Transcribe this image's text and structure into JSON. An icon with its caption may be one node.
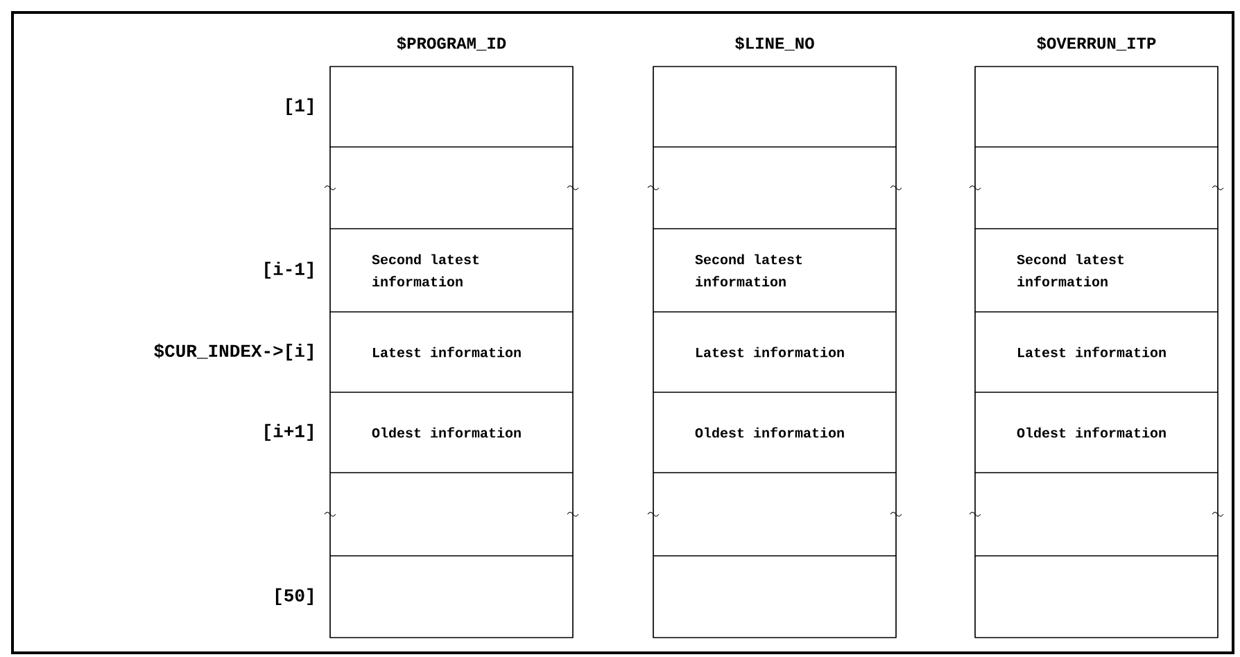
{
  "diagram": {
    "nodes": [
      {
        "text": [
          "$PROGRAM_ID"
        ]
      },
      {
        "text": [],
        "shape": "box",
        "in": 0
      },
      {
        "text": [],
        "shape": "box",
        "in": 0
      },
      {
        "text": [
          "Second latest information"
        ],
        "in": 0
      },
      {
        "text": [
          "Latest information"
        ],
        "in": 0
      },
      {
        "text": [
          "Oldest information"
        ],
        "in": 0
      },
      {
        "text": [],
        "shape": "box",
        "in": 0
      },
      {
        "text": [],
        "shape": "box",
        "in": 0
      },
      {
        "text": [
          "$LINE_NO"
        ]
      },
      {
        "text": [],
        "shape": "box",
        "in": 8
      },
      {
        "text": [],
        "shape": "box",
        "in": 8
      },
      {
        "text": [
          "Second latest information"
        ],
        "in": 8
      },
      {
        "text": [
          "Latest information"
        ],
        "in": 8
      },
      {
        "text": [
          "Oldest information"
        ],
        "in": 8
      },
      {
        "text": [],
        "shape": "box",
        "in": 8
      },
      {
        "text": [],
        "shape": "box",
        "in": 8
      },
      {
        "text": [
          "$OVERRUN_ITP"
        ]
      },
      {
        "text": [],
        "shape": "box",
        "in": 16
      },
      {
        "text": [],
        "shape": "box",
        "in": 16
      },
      {
        "text": [
          "Second latest information"
        ],
        "in": 16
      },
      {
        "text": [
          "Latest information"
        ],
        "in": 16
      },
      {
        "text": [
          "Oldest information"
        ],
        "in": 16
      },
      {
        "text": [],
        "shape": "box",
        "in": 16
      },
      {
        "text": [],
        "shape": "box",
        "in": 16
      }
    ],
    "labels": [
      "[1]",
      "[i-1]",
      "$CUR_INDEX->[i]",
      "[i+1]",
      "[50]"
    ]
  }
}
